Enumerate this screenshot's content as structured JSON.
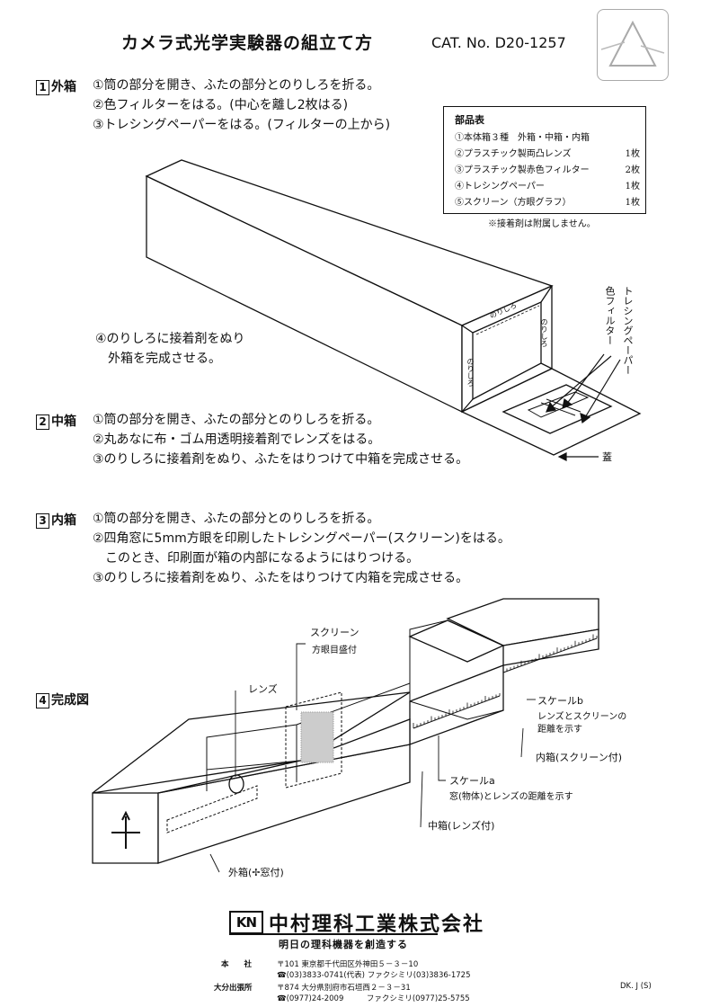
{
  "header": {
    "title": "カメラ式光学実験器の組立て方",
    "catno": "CAT. No. D20-1257"
  },
  "sections": {
    "s1": {
      "num": "1",
      "label": "外箱",
      "steps": [
        "①筒の部分を開き、ふたの部分とのりしろを折る。",
        "②色フィルターをはる。(中心を離し2枚はる)",
        "③トレシングペーパーをはる。(フィルターの上から)"
      ],
      "step4a": "④のりしろに接着剤をぬり",
      "step4b": "外箱を完成させる。"
    },
    "s2": {
      "num": "2",
      "label": "中箱",
      "steps": [
        "①筒の部分を開き、ふたの部分とのりしろを折る。",
        "②丸あなに布・ゴム用透明接着剤でレンズをはる。",
        "③のりしろに接着剤をぬり、ふたをはりつけて中箱を完成させる。"
      ]
    },
    "s3": {
      "num": "3",
      "label": "内箱",
      "steps": [
        "①筒の部分を開き、ふたの部分とのりしろを折る。",
        "②四角窓に5mm方眼を印刷したトレシングペーパー(スクリーン)をはる。",
        "このとき、印刷面が箱の内部になるようにはりつける。",
        "③のりしろに接着剤をぬり、ふたをはりつけて内箱を完成させる。"
      ]
    },
    "s4": {
      "num": "4",
      "label": "完成図"
    }
  },
  "parts": {
    "heading": "部品表",
    "rows": [
      {
        "name": "①本体箱３種　外箱・中箱・内箱",
        "qty": ""
      },
      {
        "name": "②プラスチック製両凸レンズ",
        "qty": "1枚"
      },
      {
        "name": "③プラスチック製赤色フィルター",
        "qty": "2枚"
      },
      {
        "name": "④トレシングペーパー",
        "qty": "1枚"
      },
      {
        "name": "⑤スクリーン（方眼グラフ）",
        "qty": "1枚"
      }
    ],
    "note": "※接着剤は附属しません。"
  },
  "diagram1": {
    "nori": "のりしろ",
    "tracing": "トレシングペーパー",
    "filter": "色フィルター",
    "lid": "蓋"
  },
  "diagram2": {
    "screen": "スクリーン",
    "screen_sub": "方眼目盛付",
    "lens": "レンズ",
    "scale_b": "スケールb",
    "scale_b_sub1": "レンズとスクリーンの",
    "scale_b_sub2": "距離を示す",
    "inner": "内箱(スクリーン付)",
    "scale_a": "スケールa",
    "scale_a_sub": "窓(物体)とレンズの距離を示す",
    "middle": "中箱(レンズ付)",
    "outer": "外箱(✢窓付)"
  },
  "footer": {
    "logo": "KN",
    "company": "中村理科工業株式会社",
    "slogan": "明日の理科機器を創造する",
    "hq_label": "本　　社",
    "hq_addr": "〒101 東京都千代田区外神田５－３－10",
    "hq_tel": "☎(03)3833-0741(代表) ファクシミリ(03)3836-1725",
    "branch_label": "大分出張所",
    "branch_addr": "〒874 大分県別府市石垣西２－３－31",
    "branch_tel": "☎(0977)24-2009　　　ファクシミリ(0977)25-5755",
    "code": "DK. J (S)"
  }
}
